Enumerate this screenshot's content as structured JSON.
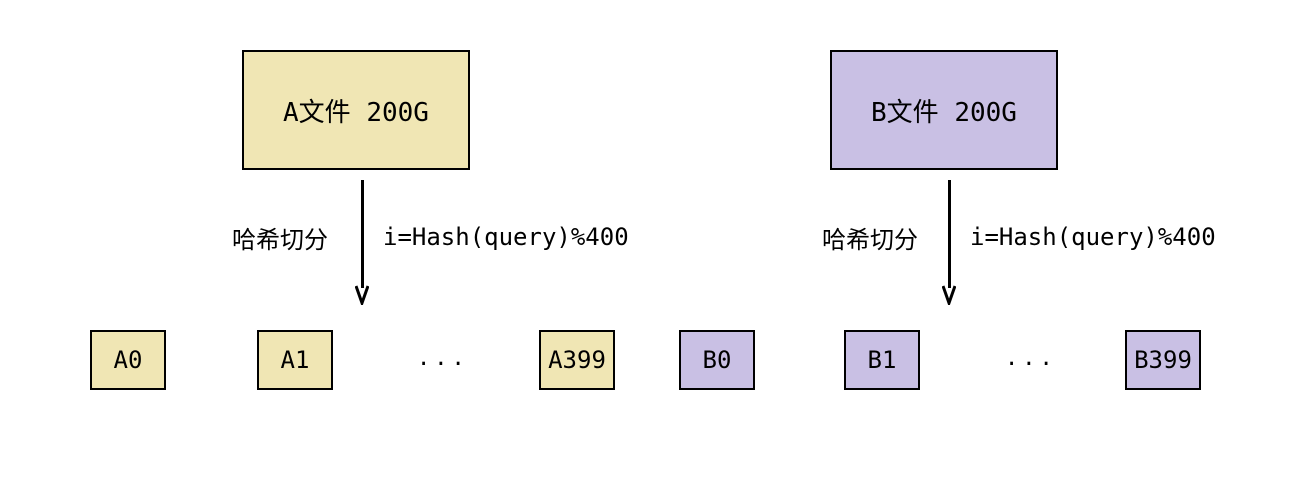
{
  "left_group": {
    "source_label": "A文件 200G",
    "method_label": "哈希切分",
    "formula": "i=Hash(query)%400",
    "parts": [
      "A0",
      "A1",
      "A399"
    ],
    "ellipsis": "...",
    "fill_color": "#f0e6b4"
  },
  "right_group": {
    "source_label": "B文件 200G",
    "method_label": "哈希切分",
    "formula": "i=Hash(query)%400",
    "parts": [
      "B0",
      "B1",
      "B399"
    ],
    "ellipsis": "...",
    "fill_color": "#c9c0e4"
  }
}
